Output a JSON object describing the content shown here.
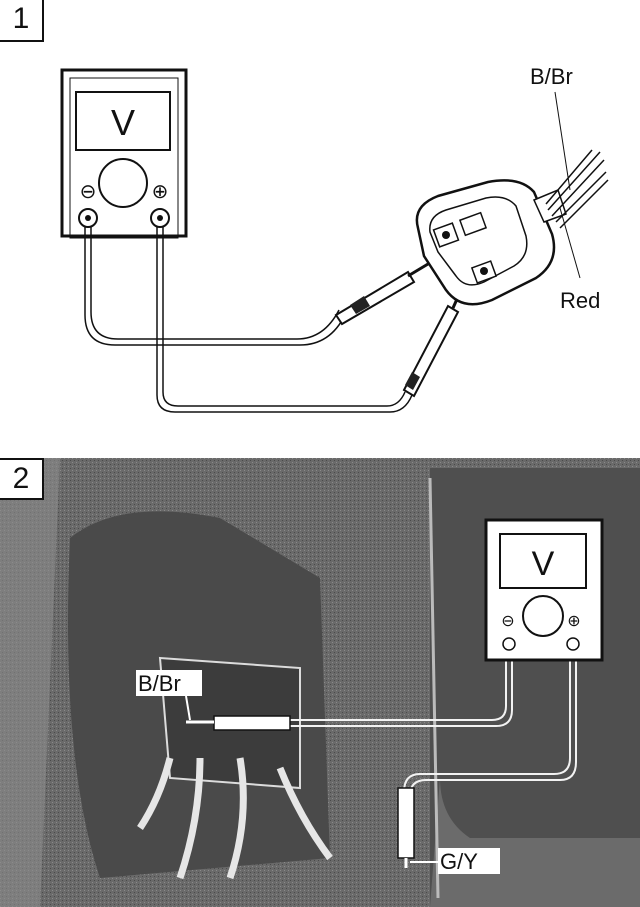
{
  "steps": [
    {
      "number": "1",
      "meter_display": "V",
      "meter_minus": "⊖",
      "meter_plus": "⊕",
      "labels": {
        "wire_top": "B/Br",
        "wire_bottom": "Red"
      }
    },
    {
      "number": "2",
      "meter_display": "V",
      "meter_minus": "⊖",
      "meter_plus": "⊕",
      "labels": {
        "wire_left": "B/Br",
        "wire_bottom": "G/Y"
      }
    }
  ]
}
